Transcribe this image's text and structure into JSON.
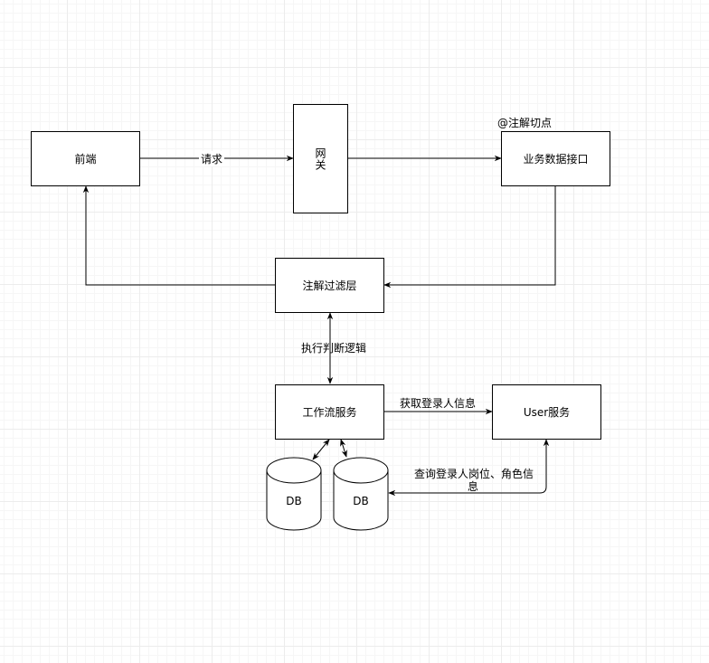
{
  "nodes": {
    "frontend": "前端",
    "gateway": "网关",
    "business_api": "业务数据接口",
    "annotation_filter": "注解过滤层",
    "workflow_service": "工作流服务",
    "user_service": "User服务",
    "db1": "DB",
    "db2": "DB"
  },
  "edge_labels": {
    "request": "请求",
    "annotation_cut_point": "@注解切点",
    "execute_logic": "执行判断逻辑",
    "get_login_user": "获取登录人信息",
    "query_position_line1": "查询登录人岗位、角色信",
    "query_position_line2": "息"
  },
  "colors": {
    "stroke": "#000000",
    "background": "#ffffff",
    "grid": "#ececec"
  }
}
